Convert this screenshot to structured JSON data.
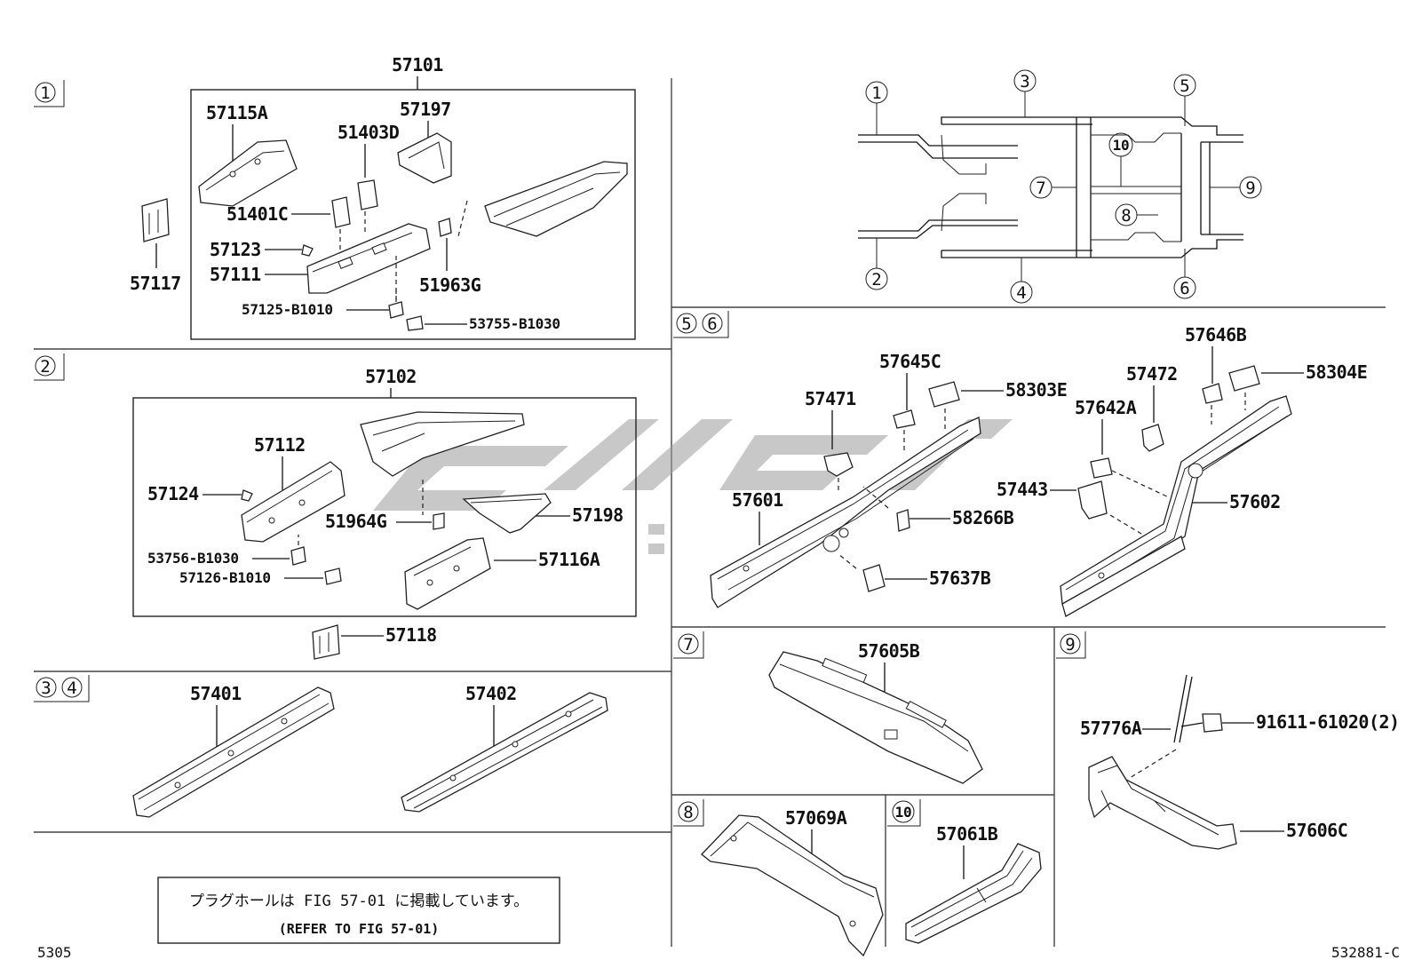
{
  "sections": {
    "s1": "1",
    "s2": "2",
    "s3": "3",
    "s4": "4",
    "s5": "5",
    "s6": "6",
    "s7": "7",
    "s8": "8",
    "s9": "9",
    "s10": "10"
  },
  "overview_markers": [
    "1",
    "2",
    "3",
    "4",
    "5",
    "6",
    "7",
    "8",
    "9",
    "10"
  ],
  "parts": {
    "p57101": "57101",
    "p57115A": "57115A",
    "p57197": "57197",
    "p51403D": "51403D",
    "p51401C": "51401C",
    "p57123": "57123",
    "p57111": "57111",
    "p57117": "57117",
    "p51963G": "51963G",
    "p57125": "57125-B1010",
    "p53755": "53755-B1030",
    "p57102": "57102",
    "p57112": "57112",
    "p57124": "57124",
    "p51964G": "51964G",
    "p57198": "57198",
    "p53756": "53756-B1030",
    "p57126": "57126-B1010",
    "p57116A": "57116A",
    "p57118": "57118",
    "p57401": "57401",
    "p57402": "57402",
    "p57645C": "57645C",
    "p58303E": "58303E",
    "p57471": "57471",
    "p57601": "57601",
    "p58266B": "58266B",
    "p57637B": "57637B",
    "p57646B": "57646B",
    "p57472": "57472",
    "p58304E": "58304E",
    "p57642A": "57642A",
    "p57443": "57443",
    "p57602": "57602",
    "p57605B": "57605B",
    "p57776A": "57776A",
    "p91611": "91611-61020(2)",
    "p57606C": "57606C",
    "p57069A": "57069A",
    "p57061B": "57061B"
  },
  "note": {
    "jp": "プラグホールは FIG 57-01 に掲載しています。",
    "en": "(REFER TO FIG 57-01)"
  },
  "footer": {
    "left": "5305",
    "right": "532881-C"
  },
  "colors": {
    "line": "#111111",
    "watermark": "#9a9a9a",
    "background": "#ffffff"
  }
}
